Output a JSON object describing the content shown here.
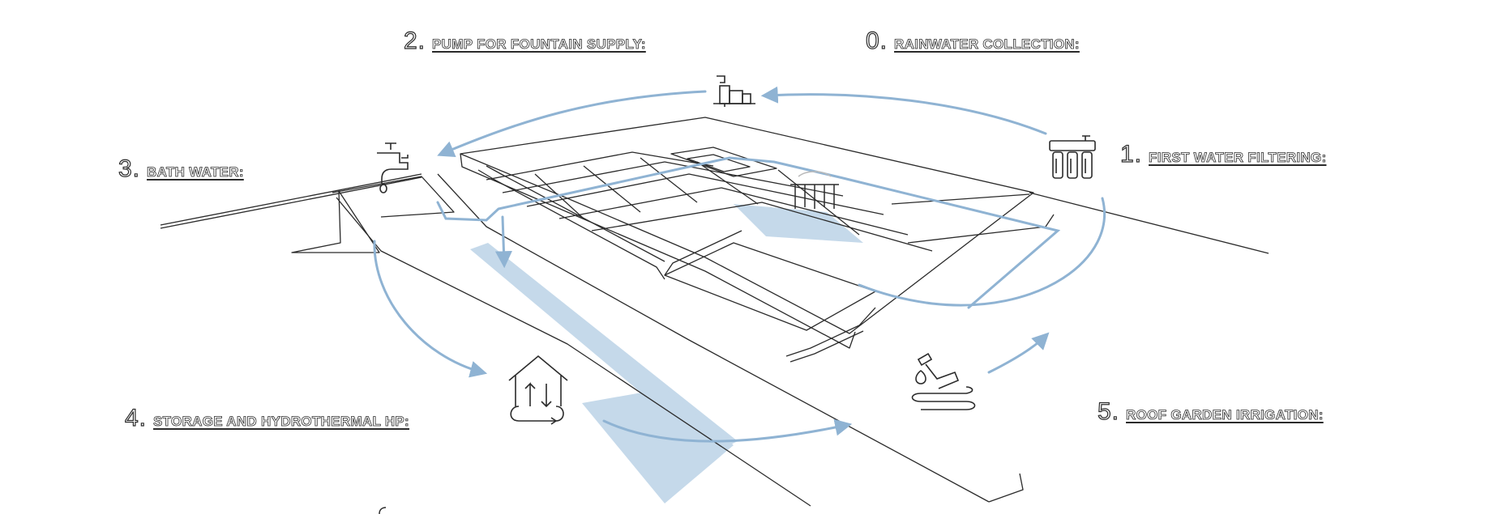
{
  "steps": [
    {
      "id": "rainwater",
      "number": "0.",
      "label": "RAINWATER COLLECTION:"
    },
    {
      "id": "filtering",
      "number": "1.",
      "label": "FIRST WATER FILTERING:"
    },
    {
      "id": "pump",
      "number": "2.",
      "label": "PUMP FOR FOUNTAIN SUPPLY:"
    },
    {
      "id": "bath",
      "number": "3.",
      "label": "BATH WATER:"
    },
    {
      "id": "storage",
      "number": "4.",
      "label": "STORAGE AND HYDROTHERMAL HP:"
    },
    {
      "id": "irrigation",
      "number": "5.",
      "label": "ROOF GARDEN IRRIGATION:"
    }
  ],
  "icons": [
    "pump-icon",
    "water-filter-icon",
    "faucet-icon",
    "house-heat-cycle-icon",
    "garden-hose-icon",
    "rain-collector-icon"
  ],
  "colors": {
    "flow": "#8fb3d3",
    "fill": "#c5d9ea",
    "line": "#2b2b2b"
  }
}
